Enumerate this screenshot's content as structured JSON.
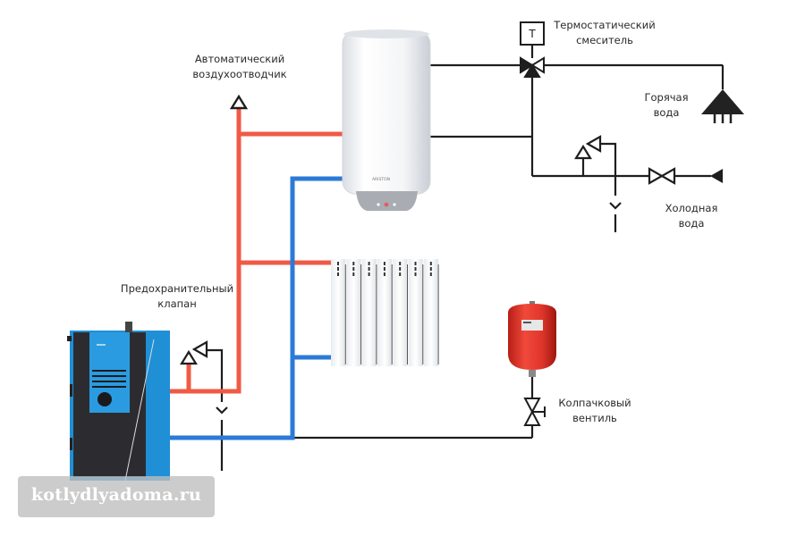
{
  "labels": {
    "air_vent": [
      "Автоматический",
      "воздухоотводчик"
    ],
    "thermostatic_mixer": [
      "Термостатический",
      "смеситель"
    ],
    "thermostat_box": "Т",
    "hot_water": [
      "Горячая",
      "вода"
    ],
    "cold_water": [
      "Холодная",
      "вода"
    ],
    "safety_valve": [
      "Предохранительный",
      "клапан"
    ],
    "cap_valve": [
      "Колпачковый",
      "вентиль"
    ],
    "heater_brand": "ARISTON"
  },
  "watermark": "kotlydlyadoma.ru",
  "colors": {
    "supply_pipe": "#f05a45",
    "return_pipe": "#2b7ad8",
    "water_pipe": "#1e1e1e",
    "boiler_blue": "#2a9be0",
    "tank_red": "#e0362a"
  }
}
